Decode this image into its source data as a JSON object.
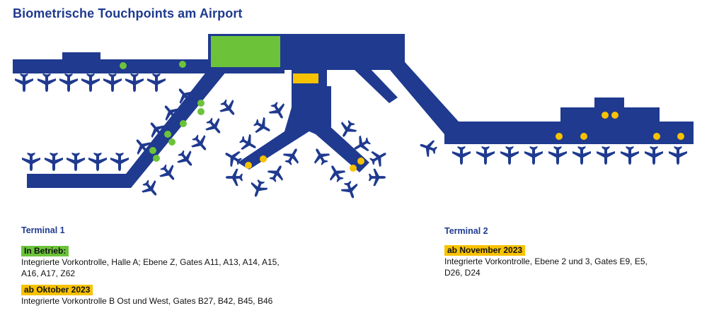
{
  "title": "Biometrische Touchpoints am Airport",
  "colors": {
    "building": "#1f3a8f",
    "in_operation": "#6cc33a",
    "upcoming": "#f8c200"
  },
  "icons": {
    "plane": "airplane-icon",
    "touchpoint": "dot-marker"
  },
  "terminal1": {
    "heading": "Terminal 1",
    "status1": {
      "label": "In Betrieb:",
      "text": "Integrierte Vorkontrolle, Halle A; Ebene Z, Gates A11, A13, A14, A15, A16, A17, Z62"
    },
    "status2": {
      "label": "ab Oktober 2023",
      "text": "Integrierte Vorkontrolle B Ost und West, Gates B27, B42, B45, B46"
    }
  },
  "terminal2": {
    "heading": "Terminal 2",
    "status1": {
      "label": "ab November 2023",
      "text": "Integrierte Vorkontrolle, Ebene 2 und 3, Gates E9, E5, D26, D24"
    }
  }
}
